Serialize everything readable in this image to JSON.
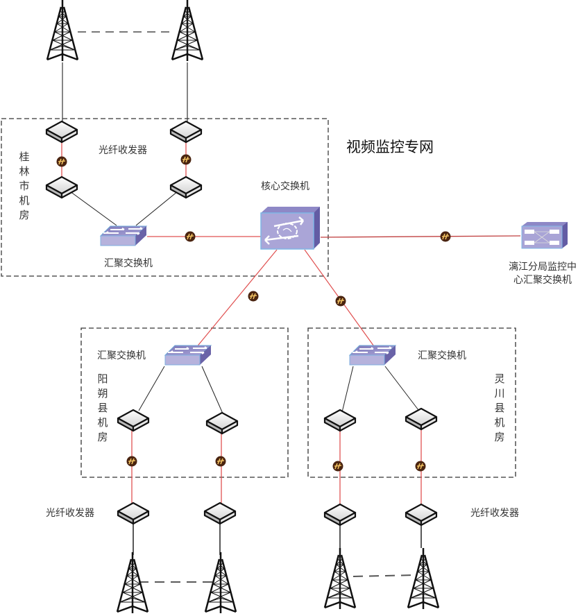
{
  "title": "视频监控专网",
  "colors": {
    "fiber_link": "#e05050",
    "copper_link": "#222222",
    "zone_border": "#555555",
    "switch_top": "#9a94cc",
    "switch_front": "#b0acd8",
    "switch_side": "#6a63a8",
    "marker_fill": "#4a2410",
    "marker_glyph": "#f0c060"
  },
  "core_switch": {
    "label": "核心交换机"
  },
  "remote_switch": {
    "label": "漓江分局监控中心汇聚交换机"
  },
  "zones": [
    {
      "id": "guilin",
      "name": "桂林市机房",
      "switch_label": "汇聚交换机",
      "transceiver_label": "光纤收发器"
    },
    {
      "id": "yangshuo",
      "name": "阳朔县机房",
      "switch_label": "汇聚交换机"
    },
    {
      "id": "lingchuan",
      "name": "灵川县机房",
      "switch_label": "汇聚交换机"
    }
  ],
  "bottom_labels": {
    "left_transceiver": "光纤收发器",
    "right_transceiver": "光纤收发器"
  },
  "legend_semantics": {
    "red_line": "fiber-optic link",
    "black_line": "ethernet link",
    "dashed_line_between_towers": "wireless link",
    "brown_disc": "fiber-connector marker"
  }
}
